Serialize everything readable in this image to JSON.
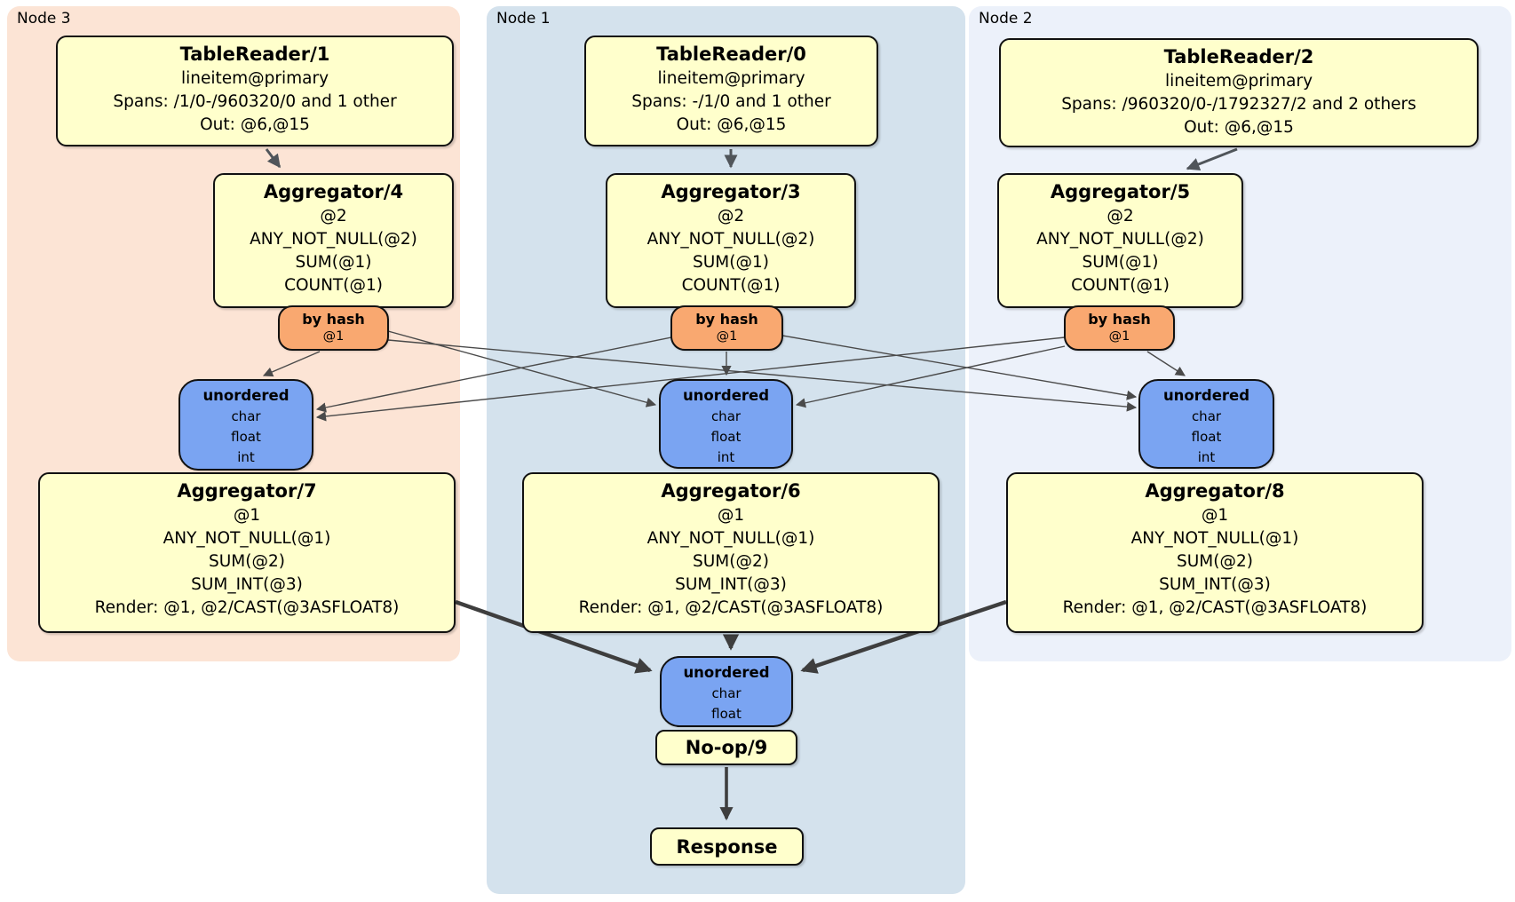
{
  "panels": {
    "node3": {
      "label": "Node 3"
    },
    "node1": {
      "label": "Node 1"
    },
    "node2": {
      "label": "Node 2"
    }
  },
  "processors": {
    "tr1": {
      "title": "TableReader/1",
      "lines": [
        "lineitem@primary",
        "Spans: /1/0-/960320/0 and 1 other",
        "Out: @6,@15"
      ]
    },
    "tr0": {
      "title": "TableReader/0",
      "lines": [
        "lineitem@primary",
        "Spans: -/1/0 and 1 other",
        "Out: @6,@15"
      ]
    },
    "tr2": {
      "title": "TableReader/2",
      "lines": [
        "lineitem@primary",
        "Spans: /960320/0-/1792327/2 and 2 others",
        "Out: @6,@15"
      ]
    },
    "agg4": {
      "title": "Aggregator/4",
      "lines": [
        "@2",
        "ANY_NOT_NULL(@2)",
        "SUM(@1)",
        "COUNT(@1)"
      ]
    },
    "agg3": {
      "title": "Aggregator/3",
      "lines": [
        "@2",
        "ANY_NOT_NULL(@2)",
        "SUM(@1)",
        "COUNT(@1)"
      ]
    },
    "agg5": {
      "title": "Aggregator/5",
      "lines": [
        "@2",
        "ANY_NOT_NULL(@2)",
        "SUM(@1)",
        "COUNT(@1)"
      ]
    },
    "agg7": {
      "title": "Aggregator/7",
      "lines": [
        "@1",
        "ANY_NOT_NULL(@1)",
        "SUM(@2)",
        "SUM_INT(@3)",
        "Render: @1, @2/CAST(@3ASFLOAT8)"
      ]
    },
    "agg6": {
      "title": "Aggregator/6",
      "lines": [
        "@1",
        "ANY_NOT_NULL(@1)",
        "SUM(@2)",
        "SUM_INT(@3)",
        "Render: @1, @2/CAST(@3ASFLOAT8)"
      ]
    },
    "agg8": {
      "title": "Aggregator/8",
      "lines": [
        "@1",
        "ANY_NOT_NULL(@1)",
        "SUM(@2)",
        "SUM_INT(@3)",
        "Render: @1, @2/CAST(@3ASFLOAT8)"
      ]
    },
    "noop": {
      "title": "No-op/9"
    },
    "response": {
      "title": "Response"
    }
  },
  "routers": {
    "hash3": {
      "title": "by hash",
      "lines": [
        "@1"
      ]
    },
    "hash1": {
      "title": "by hash",
      "lines": [
        "@1"
      ]
    },
    "hash2": {
      "title": "by hash",
      "lines": [
        "@1"
      ]
    }
  },
  "syncs": {
    "sync3": {
      "title": "unordered",
      "lines": [
        "char",
        "float",
        "int"
      ]
    },
    "sync1": {
      "title": "unordered",
      "lines": [
        "char",
        "float",
        "int"
      ]
    },
    "sync2": {
      "title": "unordered",
      "lines": [
        "char",
        "float",
        "int"
      ]
    },
    "syncF": {
      "title": "unordered",
      "lines": [
        "char",
        "float"
      ]
    }
  },
  "colors": {
    "node3_bg": "#fce4d5",
    "node1_bg": "#d4e2ed",
    "node2_bg": "#ecf1fa",
    "processor_bg": "#ffffcc",
    "router_bg": "#f9a870",
    "sync_bg": "#7aa4f2",
    "edge_thin": "#4a4a4a",
    "edge_thick": "#3e3e3e"
  }
}
